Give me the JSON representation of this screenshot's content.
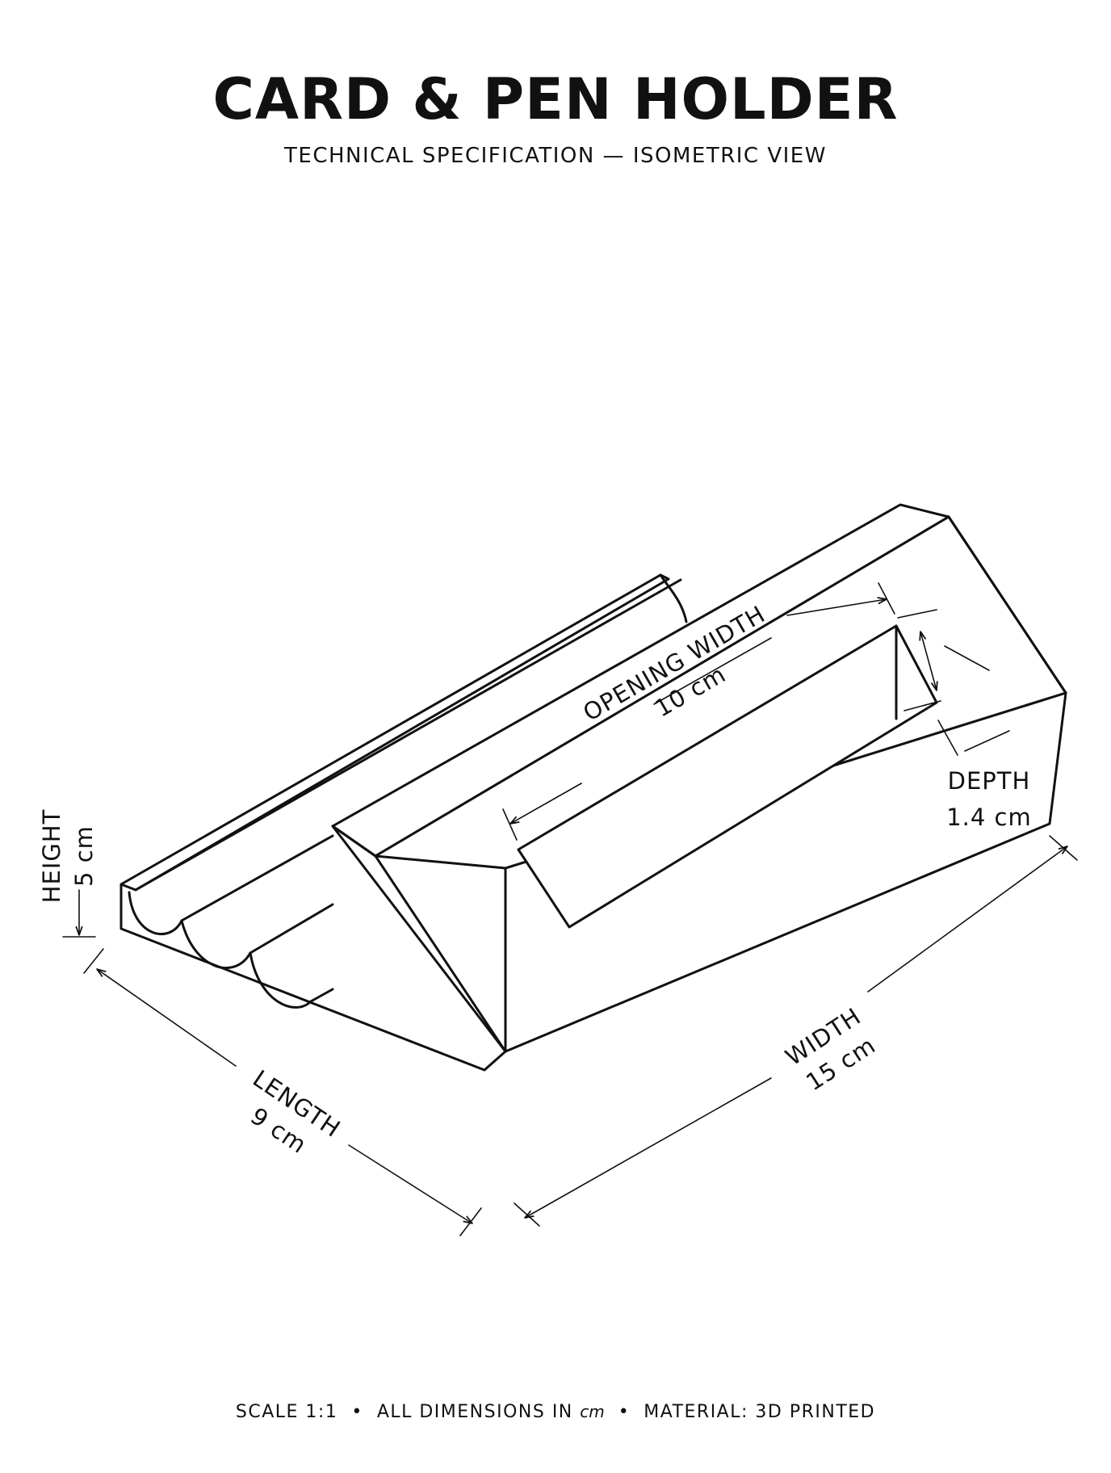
{
  "title": "CARD & PEN HOLDER",
  "subtitle": "TECHNICAL SPECIFICATION — ISOMETRIC VIEW",
  "dimensions": {
    "height": {
      "label": "HEIGHT",
      "value": "5 cm"
    },
    "length": {
      "label": "LENGTH",
      "value": "9 cm"
    },
    "width": {
      "label": "WIDTH",
      "value": "15 cm"
    },
    "opening_width": {
      "label": "OPENING WIDTH",
      "value": "10 cm"
    },
    "depth": {
      "label": "DEPTH",
      "value": "1.4 cm"
    }
  },
  "footer": {
    "scale": "SCALE 1:1",
    "sep": "•",
    "dims_prefix": "ALL DIMENSIONS IN",
    "unit": "cm",
    "material": "MATERIAL: 3D PRINTED"
  }
}
